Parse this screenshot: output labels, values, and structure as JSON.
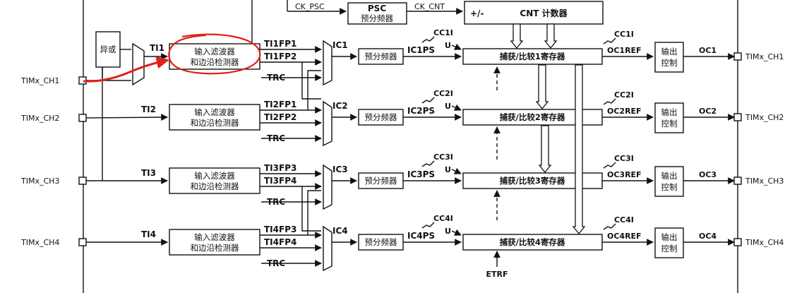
{
  "top": {
    "ck_psc": "CK_PSC",
    "psc_title": "PSC",
    "psc_sub": "预分频器",
    "ck_cnt": "CK_CNT",
    "plus_minus": "+/-",
    "cnt_title": "CNT 计数器"
  },
  "xor_label": "异或",
  "filter_line1": "输入滤波器",
  "filter_line2": "和边沿检测器",
  "prescaler_label": "预分频器",
  "output_line1": "输出",
  "output_line2": "控制",
  "u_label": "U",
  "trc_label": "TRC",
  "etrf_label": "ETRF",
  "channels": [
    {
      "pin": "TIMx_CH1",
      "ti": "TI1",
      "fpa": "TI1FP1",
      "fpb": "TI1FP2",
      "ic": "IC1",
      "icps": "IC1PS",
      "cci": "CC1I",
      "ccr": "捕获/比较1寄存器",
      "cci_out": "CC1I",
      "ocref": "OC1REF",
      "oc": "OC1",
      "out_pin": "TIMx_CH1"
    },
    {
      "pin": "TIMx_CH2",
      "ti": "TI2",
      "fpa": "TI2FP1",
      "fpb": "TI2FP2",
      "ic": "IC2",
      "icps": "IC2PS",
      "cci": "CC2I",
      "ccr": "捕获/比较2寄存器",
      "cci_out": "CC2I",
      "ocref": "OC2REF",
      "oc": "OC2",
      "out_pin": "TIMx_CH2"
    },
    {
      "pin": "TIMx_CH3",
      "ti": "TI3",
      "fpa": "TI3FP3",
      "fpb": "TI3FP4",
      "ic": "IC3",
      "icps": "IC3PS",
      "cci": "CC3I",
      "ccr": "捕获/比较3寄存器",
      "cci_out": "CC3I",
      "ocref": "OC3REF",
      "oc": "OC3",
      "out_pin": "TIMx_CH3"
    },
    {
      "pin": "TIMx_CH4",
      "ti": "TI4",
      "fpa": "TI4FP3",
      "fpb": "TI4FP4",
      "ic": "IC4",
      "icps": "IC4PS",
      "cci": "CC4I",
      "ccr": "捕获/比较4寄存器",
      "cci_out": "CC4I",
      "ocref": "OC4REF",
      "oc": "OC4",
      "out_pin": "TIMx_CH4"
    }
  ],
  "annotation_color": "#e0201a"
}
